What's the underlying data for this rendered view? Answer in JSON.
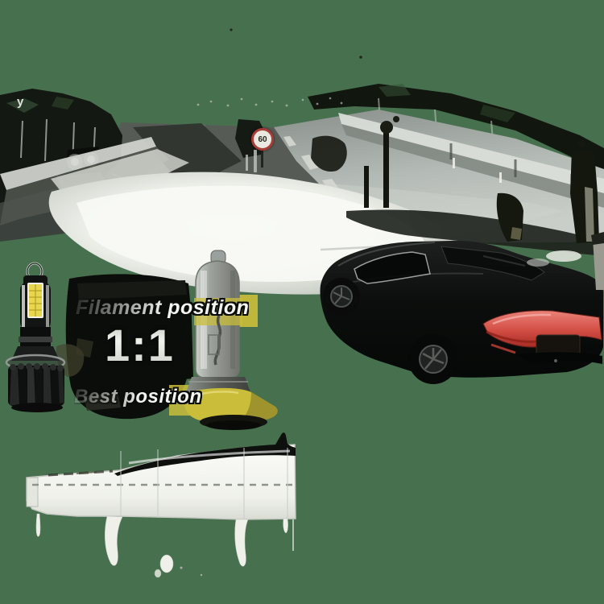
{
  "image": {
    "subject": "Car LED headlight bulb marketing photo: night road beam scene, black sedan, LED bulb vs halogen bulb comparison, low-beam cutoff light pattern"
  },
  "scene": {
    "stray_text": "y",
    "speed_sign": {
      "value": "60"
    }
  },
  "comparison": {
    "top_label": "Filament position",
    "ratio_label": "1:1",
    "bottom_label": "Best position"
  },
  "colors": {
    "background": "#47704f",
    "beam_white": "#f4f4f0",
    "highlight_yellow": "#c9bd3a",
    "taillight_red": "#cf4840",
    "led_chip_yellow": "#e9d64f",
    "sign_ring_red": "#a83c37",
    "night_dark": "#12160f"
  }
}
